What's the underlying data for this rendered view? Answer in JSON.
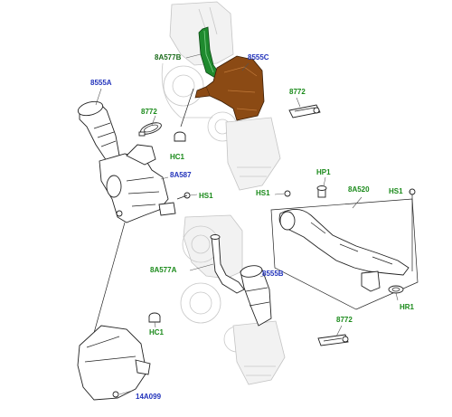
{
  "labels": {
    "l_8A577B": "8A577B",
    "l_8555C": "8555C",
    "l_8555A": "8555A",
    "l_8772_top": "8772",
    "l_8772_left": "8772",
    "l_8A587": "8A587",
    "l_HC1_top": "HC1",
    "l_HS1_mid": "HS1",
    "l_HP1": "HP1",
    "l_HS1_left": "HS1",
    "l_8A520": "8A520",
    "l_HS1_right": "HS1",
    "l_8A577A": "8A577A",
    "l_8555B": "8555B",
    "l_HC1_bot": "HC1",
    "l_HR1": "HR1",
    "l_8772_bot": "8772",
    "l_14A099": "14A099"
  },
  "colors": {
    "hose_green": "#1f8a2e",
    "heatshield_brown": "#8b4a14",
    "label_green": "#1a8a1a",
    "label_blue": "#2233bb"
  }
}
